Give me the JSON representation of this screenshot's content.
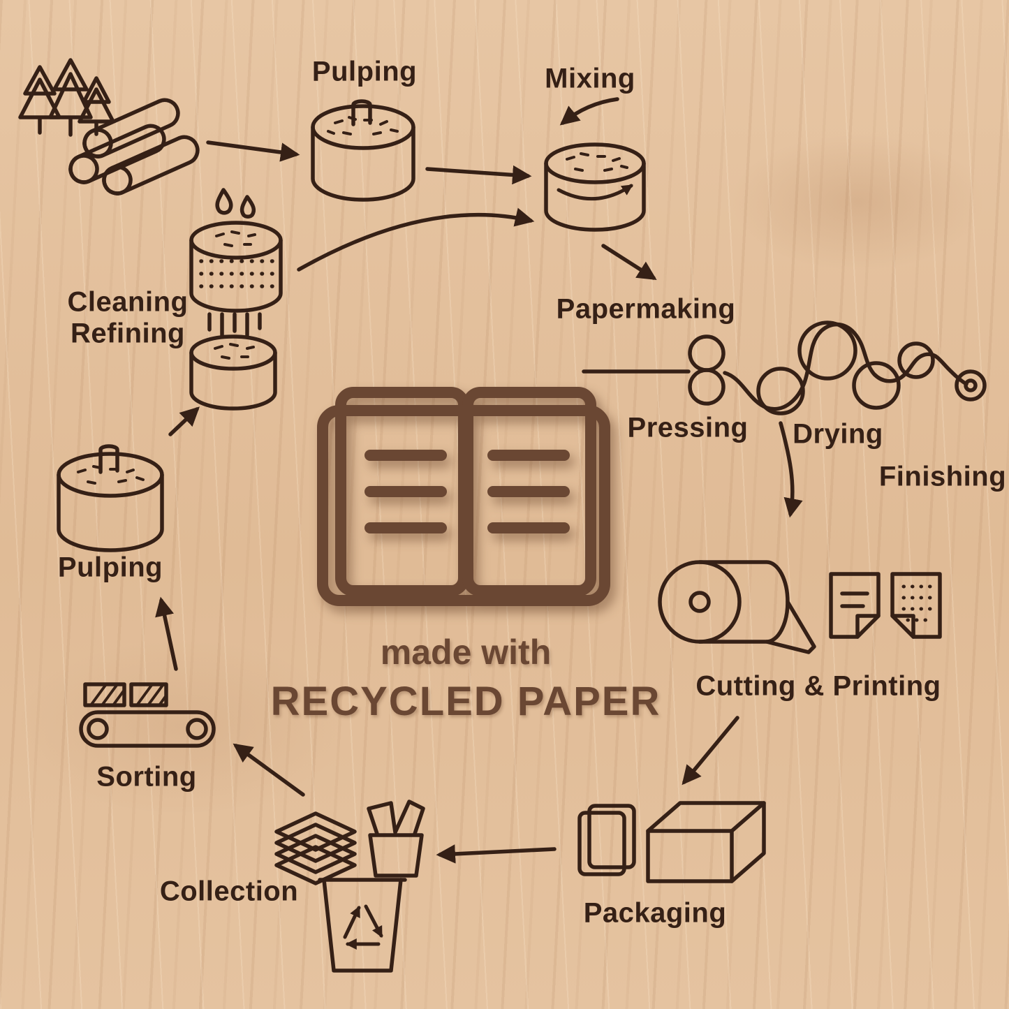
{
  "center": {
    "line1": "made with",
    "line2": "RECYCLED PAPER"
  },
  "labels": {
    "pulping_top": "Pulping",
    "mixing": "Mixing",
    "papermaking": "Papermaking",
    "pressing": "Pressing",
    "drying": "Drying",
    "finishing": "Finishing",
    "cutting_printing": "Cutting & Printing",
    "packaging": "Packaging",
    "collection": "Collection",
    "sorting": "Sorting",
    "pulping_left": "Pulping",
    "cleaning": "Cleaning",
    "refining": "Refining"
  },
  "icons": [
    "trees-icon",
    "logs-icon",
    "pulping-vat-icon",
    "mixing-vat-icon",
    "papermaking-rollers-icon",
    "paper-roll-icon",
    "cut-sheets-icon",
    "packaging-box-icon",
    "packaged-book-icon",
    "paper-stack-icon",
    "collection-box-icon",
    "recycle-bin-icon",
    "conveyor-sorting-icon",
    "pulping-vat-left-icon",
    "cleaning-sieve-icon",
    "refining-vat-icon",
    "water-drops-icon",
    "open-book-icon"
  ],
  "colors": {
    "background": "#e2bf9c",
    "line": "#352016",
    "book": "#6a4733",
    "center_text": "#6a4733"
  }
}
